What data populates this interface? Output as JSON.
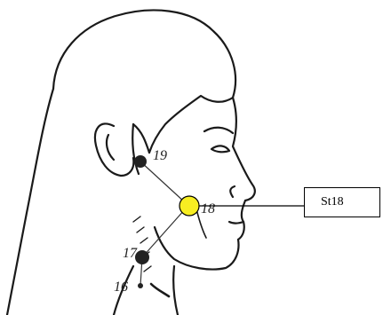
{
  "callout": {
    "label": "St18",
    "marker_color": "#f7ee22"
  },
  "points": [
    {
      "number": "19"
    },
    {
      "number": "18"
    },
    {
      "number": "17"
    },
    {
      "number": "16"
    }
  ]
}
